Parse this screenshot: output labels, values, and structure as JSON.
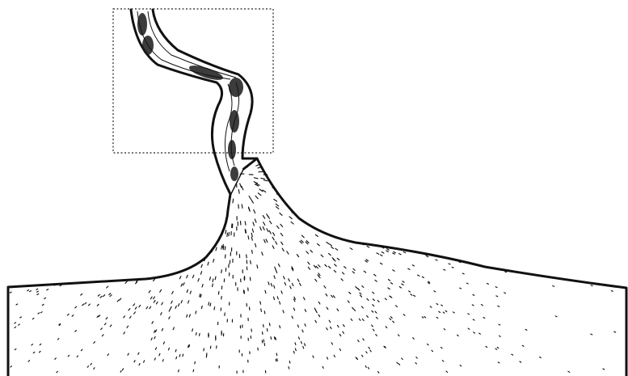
{
  "figure": {
    "description_text": "",
    "colors": {
      "ink": "#111111",
      "background": "#ffffff"
    },
    "elements": [
      "ground-body",
      "dendrite-trunk",
      "trunk-core",
      "flow-lines",
      "dashed-inset-box"
    ]
  }
}
